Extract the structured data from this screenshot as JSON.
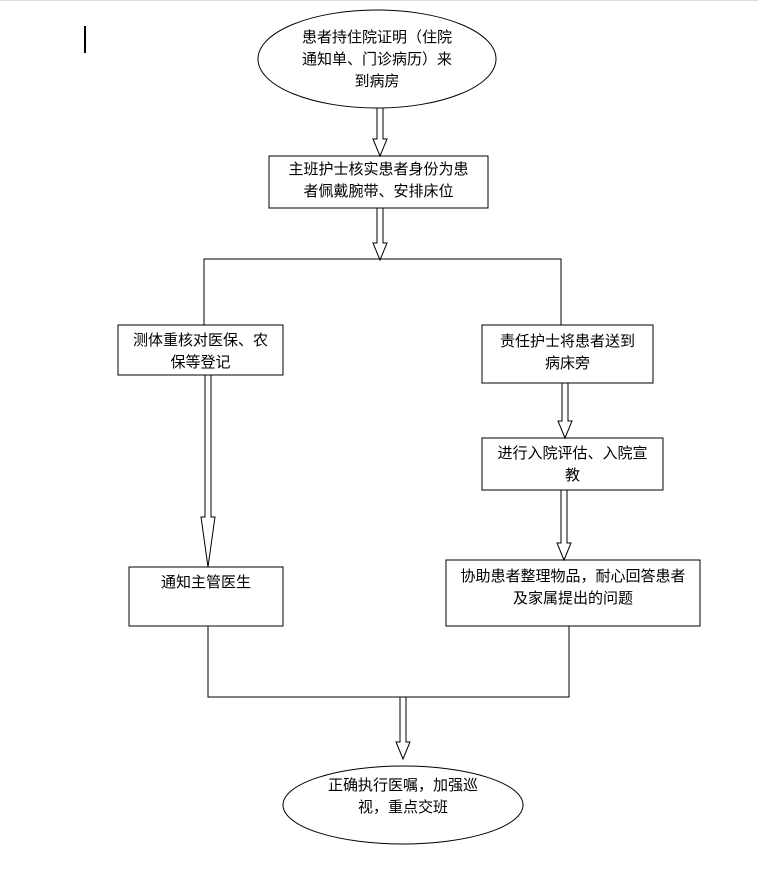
{
  "flowchart": {
    "nodes": {
      "start": "患者持住院证明（住院\n通知单、门诊病历）来\n到病房",
      "verify": "主班护士核实患者身份为患\n者佩戴腕带、安排床位",
      "measure": "测体重核对医保、农\n保等登记",
      "escort": "责任护士将患者送到\n病床旁",
      "notify": "通知主管医生",
      "assess": "进行入院评估、入院宣\n教",
      "assist": "协助患者整理物品，耐心回答患者\n及家属提出的问题",
      "end": "正确执行医嘱，加强巡\n视，重点交班"
    }
  }
}
